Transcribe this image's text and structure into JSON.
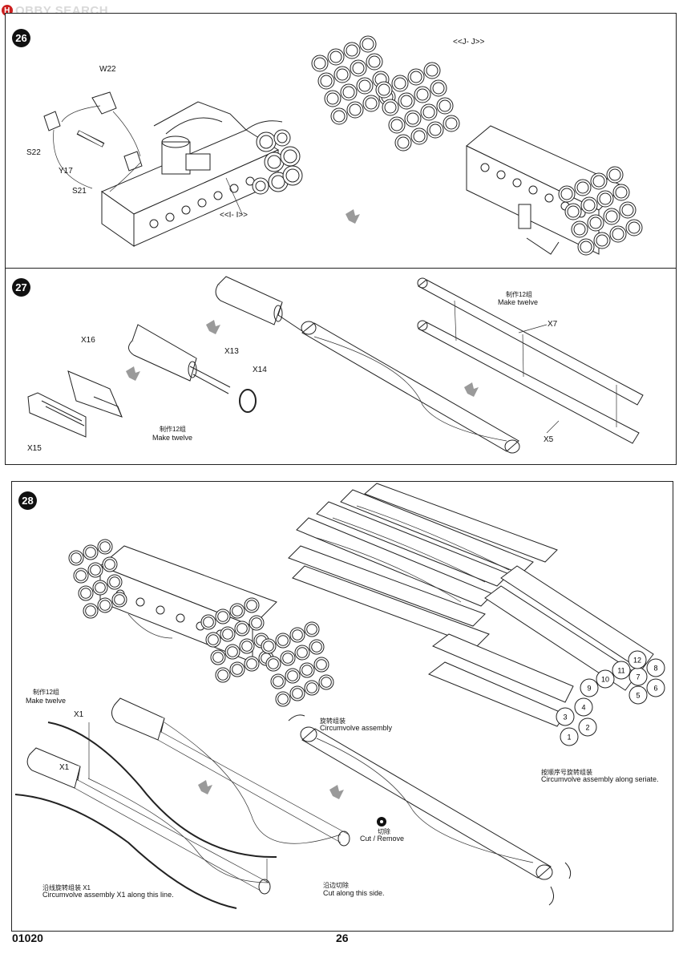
{
  "watermark": {
    "brand_a": "H",
    "brand_b": "OBBY SEARCH"
  },
  "footer": {
    "code": "01020",
    "page_number": "26"
  },
  "steps": {
    "s26": {
      "badge": "26",
      "labels": {
        "w22": "W22",
        "s22": "S22",
        "y17": "Y17",
        "s21": "S21",
        "ii": "<<I- I>>",
        "jj": "<<J- J>>"
      }
    },
    "s27": {
      "badge": "27",
      "labels": {
        "x16": "X16",
        "x15": "X15",
        "x13": "X13",
        "x14": "X14",
        "x7": "X7",
        "x5": "X5",
        "make_cn_a": "制作12组",
        "make_en_a": "Make twelve",
        "make_cn_b": "制作12组",
        "make_en_b": "Make twelve"
      }
    },
    "s28": {
      "badge": "28",
      "labels": {
        "make_cn": "制作12组",
        "make_en": "Make twelve",
        "x1_top": "X1",
        "x1_bottom": "X1",
        "circ_cn": "旋转组装",
        "circ_en": "Circumvolve assembly",
        "cut_cn": "切除",
        "cut_en": "Cut / Remove",
        "along_cn": "沿线旋转组装 X1",
        "along_en": "Circumvolve assembly X1 along this line.",
        "side_cn": "沿边切除",
        "side_en": "Cut along this side.",
        "seriate_cn": "按顺序号旋转组装",
        "seriate_en": "Circumvolve assembly along seriate."
      },
      "tube_numbers": [
        "1",
        "2",
        "3",
        "4",
        "5",
        "6",
        "7",
        "8",
        "9",
        "10",
        "11",
        "12"
      ]
    }
  }
}
